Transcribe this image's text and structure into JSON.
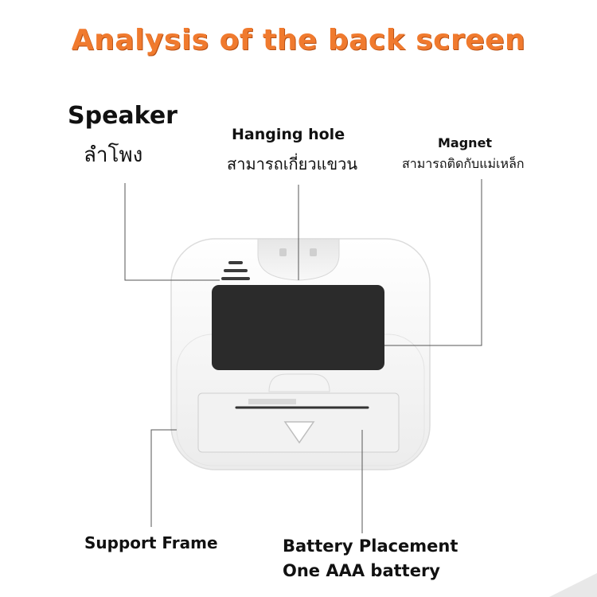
{
  "title": "Analysis of the back screen",
  "labels": {
    "speaker": {
      "en": "Speaker",
      "th": "ลำโพง"
    },
    "hanging_hole": {
      "en": "Hanging hole",
      "th": "สามารถเกี่ยวแขวน"
    },
    "magnet": {
      "en": "Magnet",
      "th": "สามารถติดกับแม่เหล็ก"
    },
    "support_frame": {
      "en": "Support Frame"
    },
    "battery": {
      "line1": "Battery Placement",
      "line2": "One AAA battery"
    }
  },
  "colors": {
    "title": "#f07a2e",
    "device_body": "#f7f7f7",
    "magnet_pad": "#2b2b2b",
    "leader_line": "#555555"
  }
}
